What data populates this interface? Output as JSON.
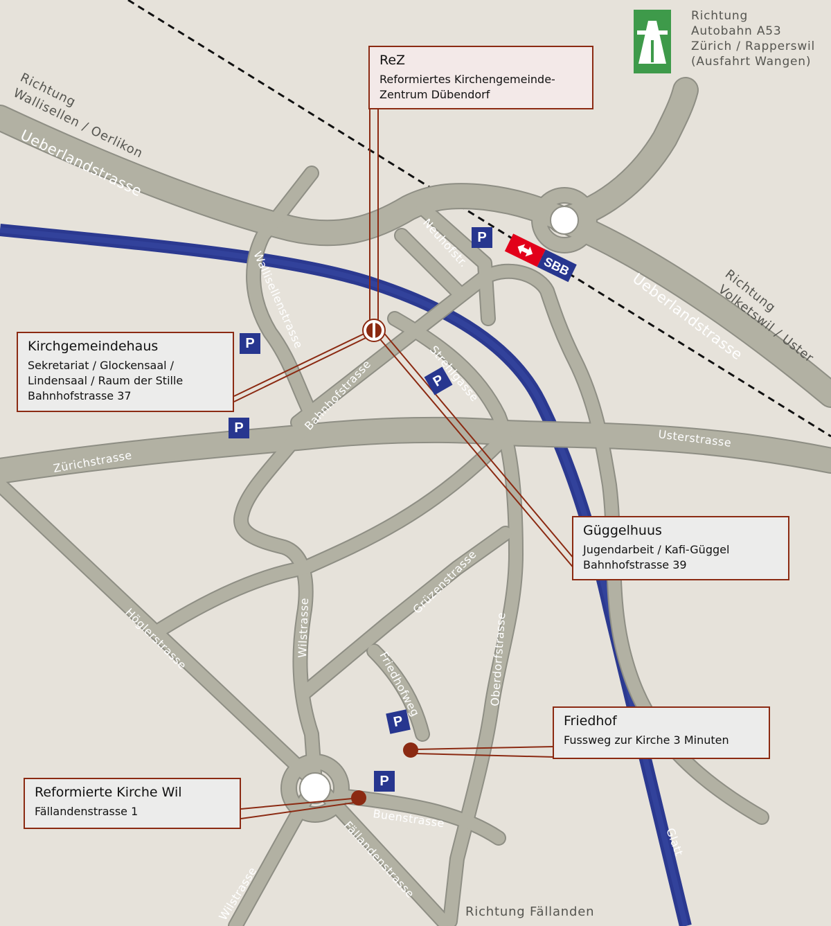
{
  "map": {
    "callouts": {
      "rez": {
        "title": "ReZ",
        "lines": [
          "Reformiertes Kirchengemeinde-",
          "Zentrum Dübendorf"
        ]
      },
      "kirchgemeindehaus": {
        "title": "Kirchgemeindehaus",
        "lines": [
          "Sekretariat / Glockensaal /",
          "Lindensaal / Raum der Stille",
          "Bahnhofstrasse 37"
        ]
      },
      "gueggelhuus": {
        "title": "Güggelhuus",
        "lines": [
          "Jugendarbeit / Kafi-Güggel",
          "Bahnhofstrasse 39"
        ]
      },
      "friedhof": {
        "title": "Friedhof",
        "lines": [
          "Fussweg zur Kirche 3 Minuten"
        ]
      },
      "kirche_wil": {
        "title": "Reformierte Kirche Wil",
        "lines": [
          "Fällandenstrasse 1"
        ]
      }
    },
    "directions": {
      "autobahn": [
        "Richtung",
        "Autobahn A53",
        "Zürich / Rapperswil",
        "(Ausfahrt Wangen)"
      ],
      "wallisellen": [
        "Richtung",
        "Wallisellen / Oerlikon"
      ],
      "volketswil": [
        "Richtung",
        "Volketswil / Uster"
      ],
      "faellanden": "Richtung Fällanden"
    },
    "streets": {
      "ueberland_w": "Ueberlandstrasse",
      "ueberland_e": "Ueberlandstrasse",
      "wallisellen": "Wallisellenstrasse",
      "neuhof": "Neuhofstr.",
      "bahnhof": "Bahnhofstrasse",
      "strehl": "Strehlgasse",
      "zuerich": "Zürichstrasse",
      "uster": "Usterstrasse",
      "gruezen": "Grüzenstrasse",
      "hoegler": "Höglerstrasse",
      "wil": "Wilstrasse",
      "wil2": "Wilstrasse",
      "friedhofweg": "Friedhofweg",
      "oberdorf": "Oberdorfstrasse",
      "buen": "Buenstrasse",
      "faellanden": "Fällandenstrasse",
      "glatt": "Glatt"
    },
    "parking_label": "P",
    "sbb_label": "SBB",
    "colors": {
      "background": "#e6e2da",
      "road": "#b2b1a3",
      "river": "#2b3990",
      "callout_border": "#8b2a12",
      "parking": "#27368f",
      "sbb_red": "#e2001a",
      "motorway_green": "#3e9a4a"
    },
    "icons": [
      "parking-icon",
      "sbb-logo-icon",
      "motorway-icon",
      "location-marker-icon"
    ]
  }
}
